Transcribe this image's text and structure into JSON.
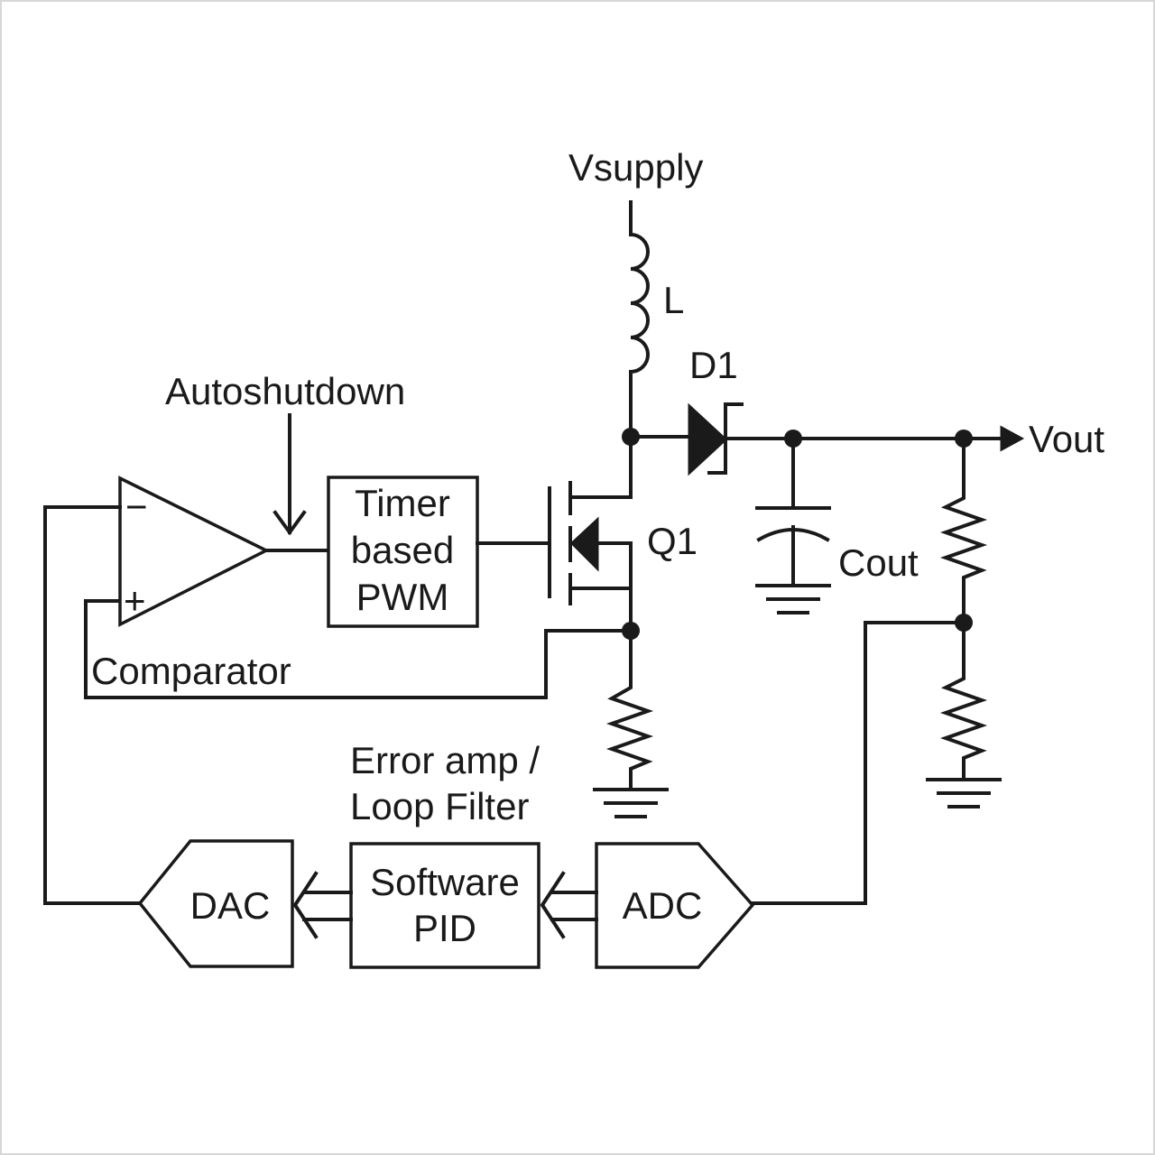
{
  "labels": {
    "vsupply": "Vsupply",
    "inductor": "L",
    "diode": "D1",
    "vout": "Vout",
    "autoshutdown": "Autoshutdown",
    "timer_line1": "Timer",
    "timer_line2": "based",
    "timer_line3": "PWM",
    "transistor": "Q1",
    "capacitor": "Cout",
    "comparator": "Comparator",
    "minus": "−",
    "plus": "+",
    "error_line1": "Error amp /",
    "error_line2": "Loop Filter",
    "dac": "DAC",
    "pid_line1": "Software",
    "pid_line2": "PID",
    "adc": "ADC"
  }
}
